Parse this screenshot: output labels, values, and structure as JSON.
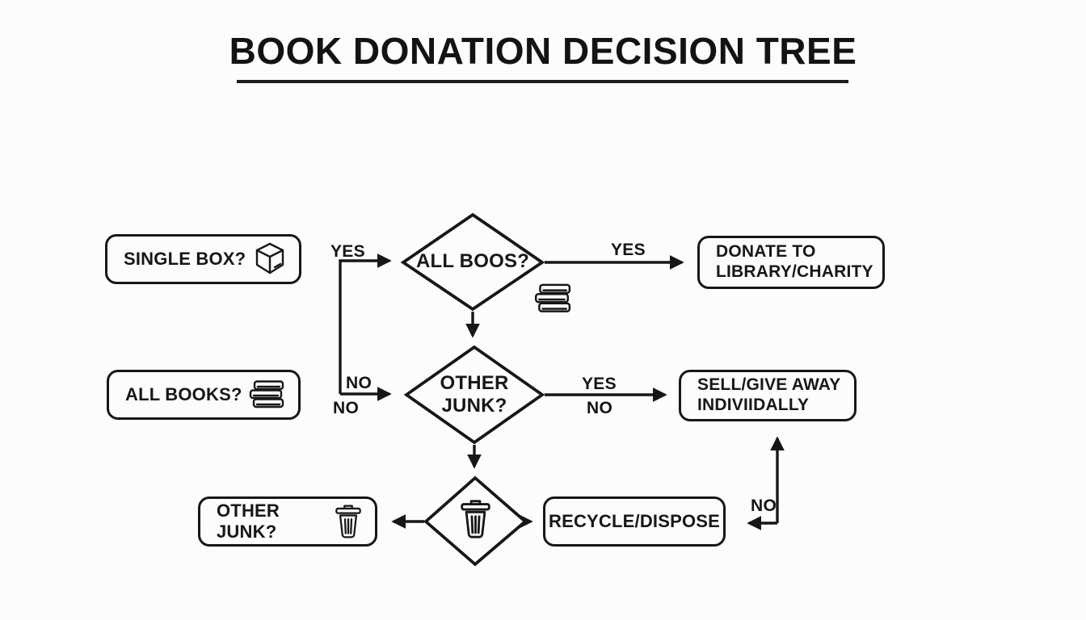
{
  "title": "BOOK DONATION DECISION TREE",
  "colors": {
    "background": "#fcfcfb",
    "line": "#171717",
    "text": "#171717"
  },
  "diagram": {
    "type": "flowchart-decision-tree",
    "nodes": {
      "single_box": {
        "label": "SINGLE BOX?",
        "icon": "package-box-icon",
        "shape": "rounded-box"
      },
      "all_boos": {
        "label": "ALL BOOS?",
        "shape": "diamond"
      },
      "donate": {
        "label": "DONATE TO\nLIBRARY/CHARITY",
        "shape": "rounded-box"
      },
      "all_books": {
        "label": "ALL BOOKS?",
        "icon": "books-stack-icon",
        "shape": "rounded-box"
      },
      "other_junk_decision": {
        "label": "OTHER\nJUNK?",
        "shape": "diamond"
      },
      "sell": {
        "label": "SELL/GIVE AWAY\nINDIVIIDALLY",
        "shape": "rounded-box"
      },
      "other_junk": {
        "label": "OTHER JUNK?",
        "icon": "trash-can-icon",
        "shape": "rounded-box"
      },
      "trash_decision": {
        "label": "",
        "icon": "trash-can-icon",
        "shape": "diamond"
      },
      "recycle": {
        "label": "RECYCLE/DISPOSE",
        "shape": "rounded-box"
      }
    },
    "standalone_icons": [
      {
        "name": "books-stack-icon"
      }
    ],
    "edges": {
      "yes_top": {
        "label": "YES"
      },
      "yes_donate": {
        "label": "YES"
      },
      "no_mid_upper": {
        "label": "NO"
      },
      "no_mid_lower": {
        "label": "NO"
      },
      "yes_sell": {
        "label": "YES"
      },
      "no_sell": {
        "label": "NO"
      },
      "no_recycle": {
        "label": "NO"
      }
    }
  }
}
